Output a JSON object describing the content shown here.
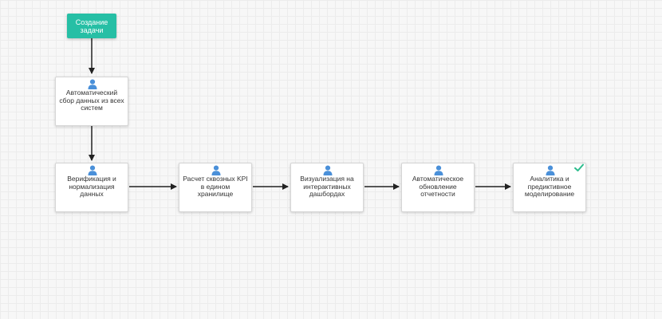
{
  "diagram": {
    "start": {
      "label": "Создание задачи"
    },
    "nodes": [
      {
        "label": "Автоматический сбор данных из всех систем",
        "icon": "user-icon",
        "completed": false
      },
      {
        "label": "Верификация и нормализация данных",
        "icon": "user-icon",
        "completed": false
      },
      {
        "label": "Расчет сквозных KPI в едином хранилище",
        "icon": "user-icon",
        "completed": false
      },
      {
        "label": "Визуализация на интерактивных дашбордах",
        "icon": "user-icon",
        "completed": false
      },
      {
        "label": "Автоматическое обновление отчетности",
        "icon": "user-icon",
        "completed": false
      },
      {
        "label": "Аналитика и предиктивное моделирование",
        "icon": "user-icon",
        "completed": true
      }
    ],
    "edges": [
      [
        "start",
        0
      ],
      [
        0,
        1
      ],
      [
        1,
        2
      ],
      [
        2,
        3
      ],
      [
        3,
        4
      ],
      [
        4,
        5
      ]
    ]
  },
  "colors": {
    "start_fill": "#26bfa5",
    "user_icon": "#4a90d9",
    "check": "#2ebd8e",
    "arrow": "#222222",
    "grid_background": "#f7f7f7"
  }
}
